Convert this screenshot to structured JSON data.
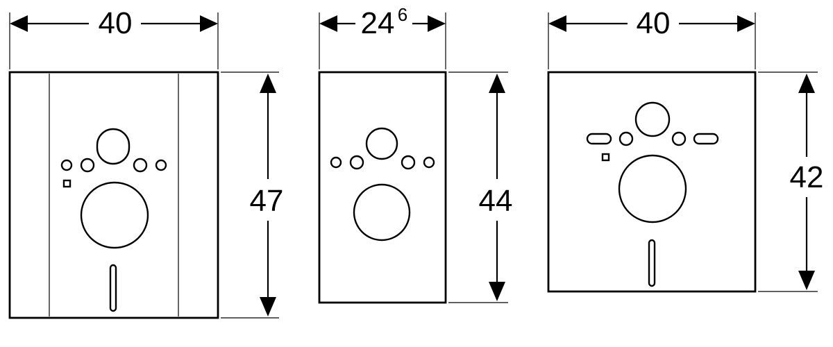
{
  "panels": [
    {
      "width_label": "40",
      "height_label": "47"
    },
    {
      "width_label": "24",
      "width_label_superscript": "6",
      "height_label": "44"
    },
    {
      "width_label": "40",
      "height_label": "42"
    }
  ]
}
